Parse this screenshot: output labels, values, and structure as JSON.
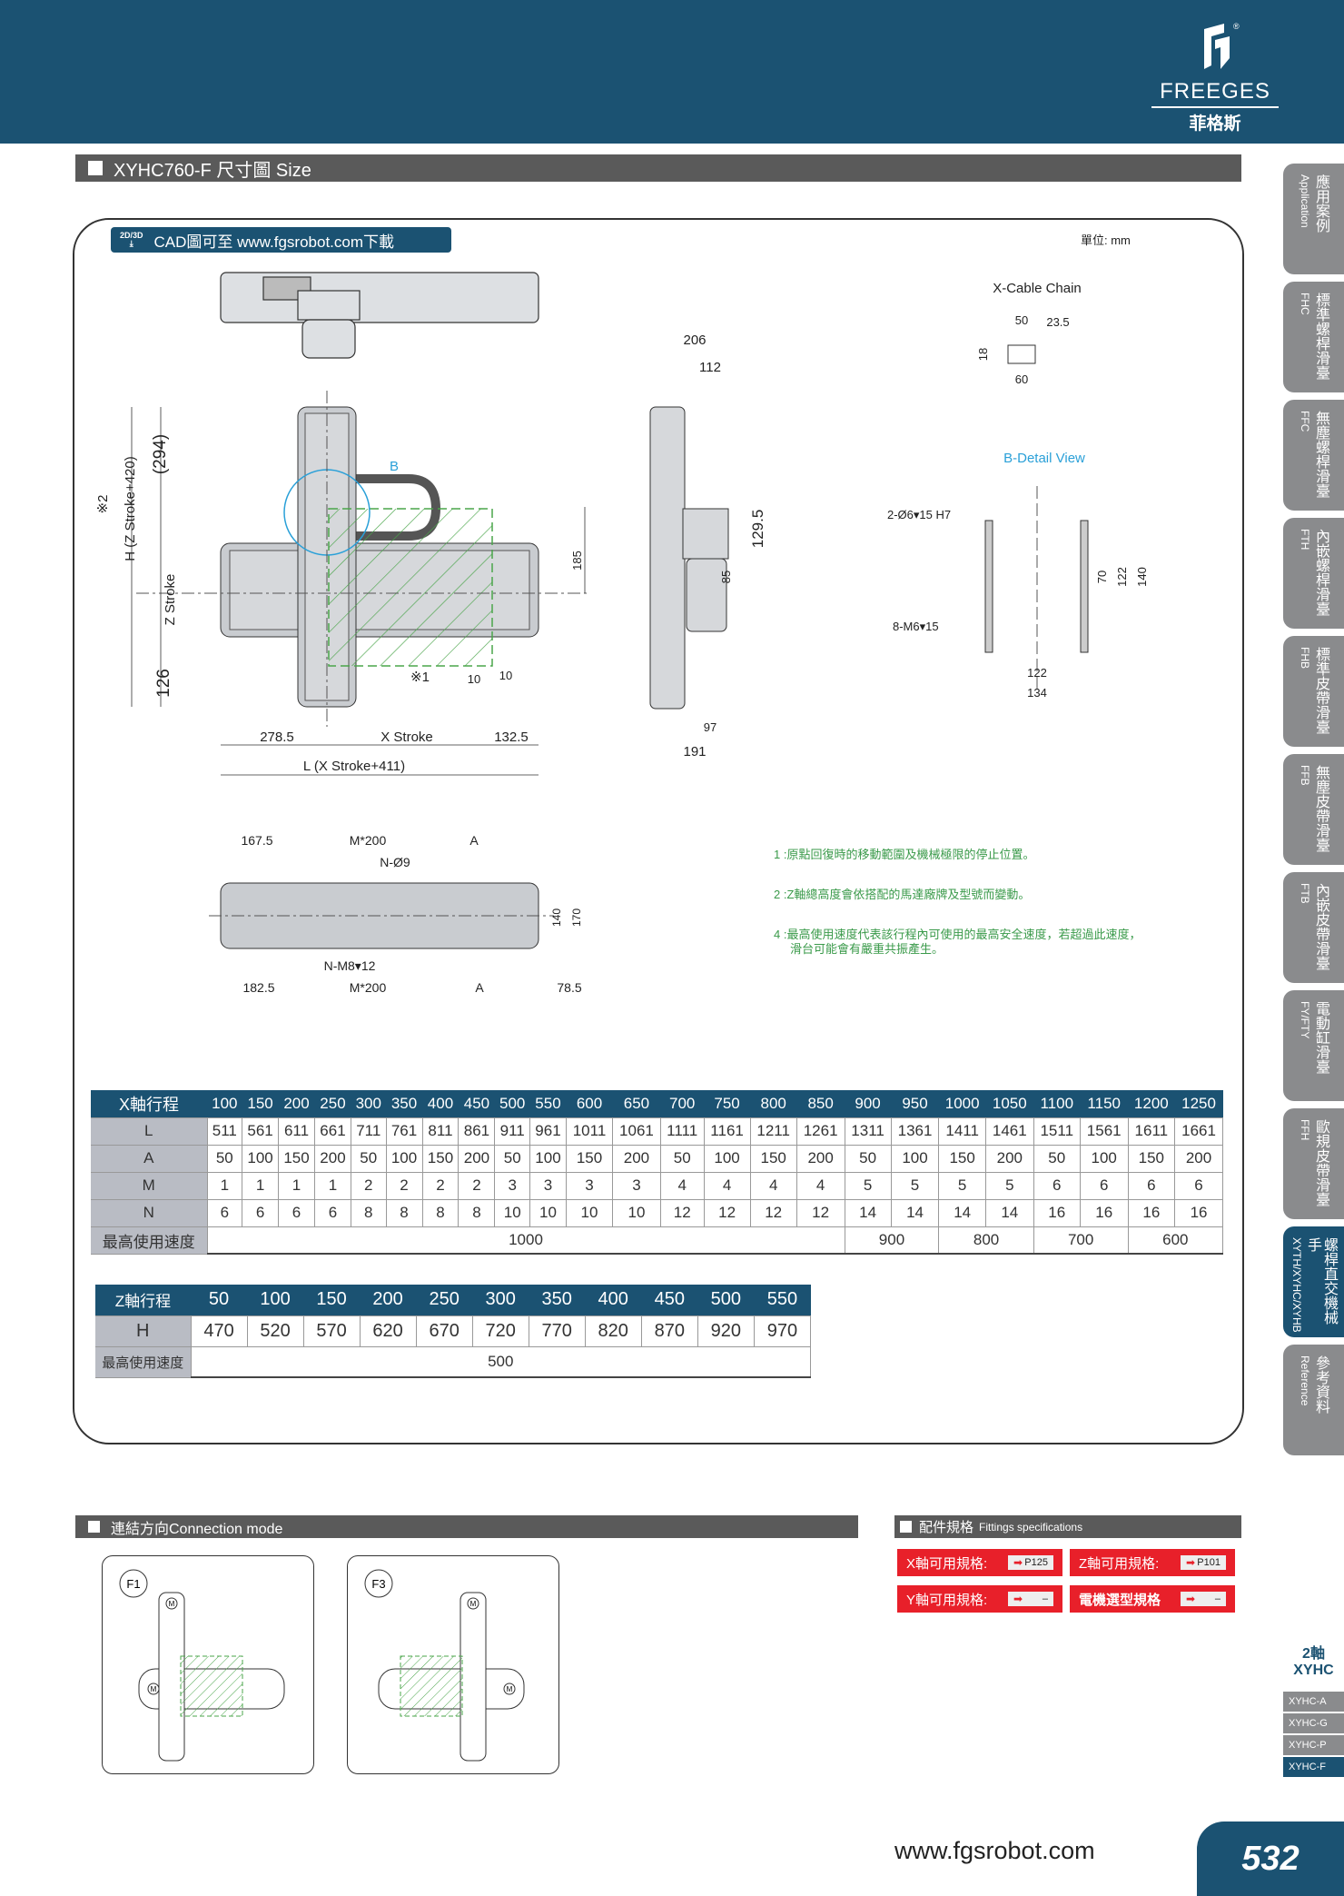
{
  "header": {
    "brand_en": "FREEGES",
    "brand_zh": "菲格斯",
    "registered": "®"
  },
  "section_title": "XYHC760-F 尺寸圖 Size",
  "cad_badge": {
    "icon_text": "2D/3D",
    "label": "CAD圖可至 www.fgsrobot.com下載"
  },
  "unit": "單位: mm",
  "drawing": {
    "front": {
      "h294": "(294)",
      "h_total": "H (Z Stroke+420)",
      "note2": "※2",
      "z_stroke": "Z Stroke",
      "h126": "126",
      "d278": "278.5",
      "x_stroke": "X Stroke",
      "d132": "132.5",
      "l_total": "L (X Stroke+411)",
      "d185": "185",
      "note1": "※1",
      "d10a": "10",
      "d10b": "10",
      "b_label": "B"
    },
    "side": {
      "d206": "206",
      "d112": "112",
      "d129": "129.5",
      "d85": "85",
      "d97": "97",
      "d191": "191"
    },
    "cable": {
      "title": "X-Cable Chain",
      "d50": "50",
      "d23": "23.5",
      "d18": "18",
      "d60": "60"
    },
    "detail": {
      "title": "B-Detail View",
      "hole1": "2-Ø6▾15 H7",
      "hole2": "8-M6▾15",
      "d70": "70",
      "d122v": "122",
      "d140": "140",
      "d122": "122",
      "d134": "134"
    },
    "bottom": {
      "d167": "167.5",
      "m200a": "M*200",
      "a1": "A",
      "n9": "N-Ø9",
      "d140": "140",
      "d170": "170",
      "nm8": "N-M8▾12",
      "d182": "182.5",
      "m200b": "M*200",
      "a2": "A",
      "d78": "78.5"
    }
  },
  "notes": [
    "1 :原點回復時的移動範圍及機械極限的停止位置。",
    "2 :Z軸總高度會依搭配的馬達廠牌及型號而變動。",
    "4 :最高使用速度代表該行程內可使用的最高安全速度，若超過此速度，",
    "滑台可能會有嚴重共振產生。"
  ],
  "x_table": {
    "header": "X軸行程",
    "strokes": [
      "100",
      "150",
      "200",
      "250",
      "300",
      "350",
      "400",
      "450",
      "500",
      "550",
      "600",
      "650",
      "700",
      "750",
      "800",
      "850",
      "900",
      "950",
      "1000",
      "1050",
      "1100",
      "1150",
      "1200",
      "1250"
    ],
    "rows": [
      {
        "label": "L",
        "values": [
          "511",
          "561",
          "611",
          "661",
          "711",
          "761",
          "811",
          "861",
          "911",
          "961",
          "1011",
          "1061",
          "1111",
          "1161",
          "1211",
          "1261",
          "1311",
          "1361",
          "1411",
          "1461",
          "1511",
          "1561",
          "1611",
          "1661"
        ]
      },
      {
        "label": "A",
        "values": [
          "50",
          "100",
          "150",
          "200",
          "50",
          "100",
          "150",
          "200",
          "50",
          "100",
          "150",
          "200",
          "50",
          "100",
          "150",
          "200",
          "50",
          "100",
          "150",
          "200",
          "50",
          "100",
          "150",
          "200"
        ]
      },
      {
        "label": "M",
        "values": [
          "1",
          "1",
          "1",
          "1",
          "2",
          "2",
          "2",
          "2",
          "3",
          "3",
          "3",
          "3",
          "4",
          "4",
          "4",
          "4",
          "5",
          "5",
          "5",
          "5",
          "6",
          "6",
          "6",
          "6"
        ]
      },
      {
        "label": "N",
        "values": [
          "6",
          "6",
          "6",
          "6",
          "8",
          "8",
          "8",
          "8",
          "10",
          "10",
          "10",
          "10",
          "12",
          "12",
          "12",
          "12",
          "14",
          "14",
          "14",
          "14",
          "16",
          "16",
          "16",
          "16"
        ]
      }
    ],
    "speed_label": "最高使用速度",
    "speeds": [
      {
        "value": "1000",
        "span": 16
      },
      {
        "value": "900",
        "span": 2
      },
      {
        "value": "800",
        "span": 2
      },
      {
        "value": "700",
        "span": 2
      },
      {
        "value": "600",
        "span": 2
      }
    ]
  },
  "z_table": {
    "header": "Z軸行程",
    "strokes": [
      "50",
      "100",
      "150",
      "200",
      "250",
      "300",
      "350",
      "400",
      "450",
      "500",
      "550"
    ],
    "row_label": "H",
    "values": [
      "470",
      "520",
      "570",
      "620",
      "670",
      "720",
      "770",
      "820",
      "870",
      "920",
      "970"
    ],
    "speed_label": "最高使用速度",
    "speed": "500"
  },
  "connection": {
    "title": "連結方向Connection mode",
    "modes": [
      "F1",
      "F3"
    ],
    "motor_symbol": "M"
  },
  "fittings": {
    "title_zh": "配件規格",
    "title_en": "Fittings specifications",
    "items": [
      {
        "label": "X軸可用規格:",
        "value": "P125"
      },
      {
        "label": "Z軸可用規格:",
        "value": "P101"
      },
      {
        "label": "Y軸可用規格:",
        "value": "–"
      },
      {
        "label": "電機選型規格",
        "value": "–"
      }
    ]
  },
  "side_tabs": [
    {
      "zh": "應用案例",
      "en": "Application"
    },
    {
      "zh": "標準螺桿滑臺",
      "en": "FHC"
    },
    {
      "zh": "無塵螺桿滑臺",
      "en": "FFC"
    },
    {
      "zh": "內嵌螺桿滑臺",
      "en": "FTH"
    },
    {
      "zh": "標準皮帶滑臺",
      "en": "FHB"
    },
    {
      "zh": "無塵皮帶滑臺",
      "en": "FFB"
    },
    {
      "zh": "內嵌皮帶滑臺",
      "en": "FTB"
    },
    {
      "zh": "電動缸滑臺",
      "en": "FY/FTY"
    },
    {
      "zh": "歐規皮帶滑臺",
      "en": "FFH"
    },
    {
      "zh": "螺桿直交機械手",
      "en": "XYTH/XYHC/XYHB"
    },
    {
      "zh": "參考資料",
      "en": "Reference"
    }
  ],
  "side_nav": {
    "title1": "2軸",
    "title2": "XYHC",
    "items": [
      "XYHC-A",
      "XYHC-G",
      "XYHC-P",
      "XYHC-F"
    ]
  },
  "footer": {
    "website": "www.fgsrobot.com",
    "page": "532"
  },
  "colors": {
    "brand": "#1b5272",
    "section": "#5a5a5a",
    "red": "#e8202a",
    "note_green": "#3a9a4a",
    "detail_blue": "#2aa0d8"
  }
}
